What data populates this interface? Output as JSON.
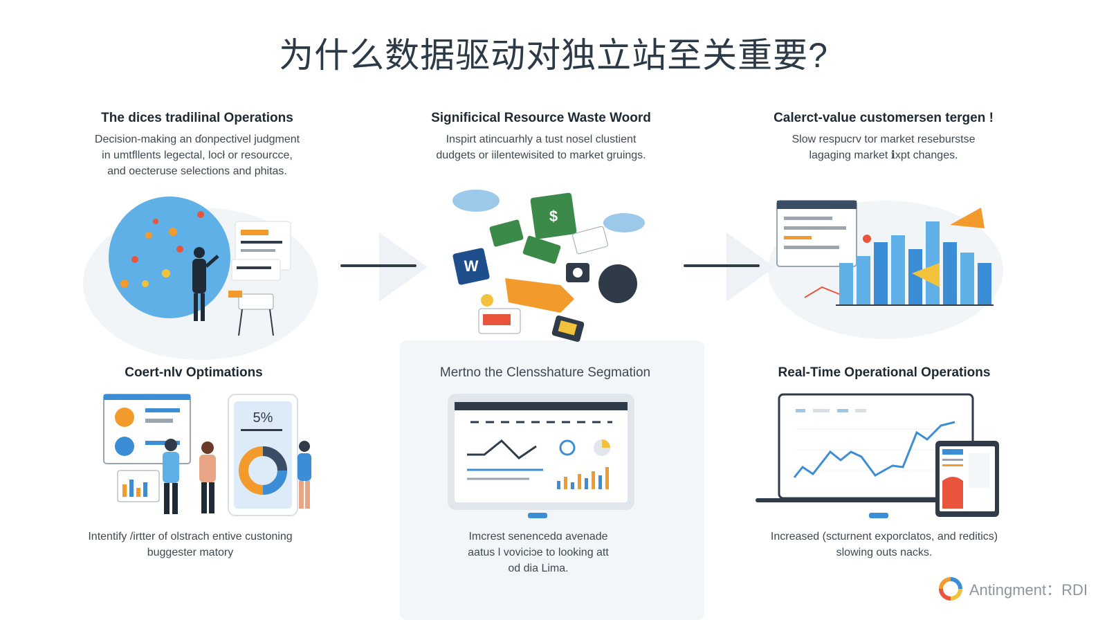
{
  "page": {
    "title": "为什么数据驱动对独立站至关重要?"
  },
  "top_sections": [
    {
      "heading": "The dices tradilinal Operations",
      "description": [
        "Decision-making an ɗonpectivel judgment",
        "in umtfllents legectal, locł or resourcce,",
        "and oecteruse selections and phitas."
      ]
    },
    {
      "heading": "Significical Resource Waste Woord",
      "description": [
        "Inspirt atincuarhly a tust nosel clustient",
        "dudgets or iilentewisited to market gruings."
      ],
      "illustration_labels": [
        "W",
        "$"
      ]
    },
    {
      "heading": "Calerct-value customersen tergen !",
      "description": [
        "Slow respucrv tor market reseburstse",
        "lagaging market ℹxpt changes."
      ]
    }
  ],
  "bottom_sections": [
    {
      "heading": "Coert-nlv Optimations",
      "illustration_labels": [
        "5%"
      ],
      "caption": [
        "Intentify /irtter of olstrach entive custoning",
        "buggester matory"
      ]
    },
    {
      "heading": "Mertno the Clensshature Segmation",
      "caption": [
        "Imcrest senencedɑ avenade",
        "aatus l voviciɔe to looking att",
        "od dia Lima."
      ]
    },
    {
      "heading": "Real-Time Operational Operations",
      "caption": [
        "Increased (scturnent exporclatos, and reditics)",
        "slowing outs nacks."
      ]
    }
  ],
  "brand": {
    "name": "Antingment：RDI",
    "logo_icon": "ring-logo-icon"
  },
  "colors": {
    "accent_blue": "#3b8ed6",
    "orange": "#f39a2c",
    "dark": "#2f3b48",
    "green": "#3b8a4a"
  }
}
